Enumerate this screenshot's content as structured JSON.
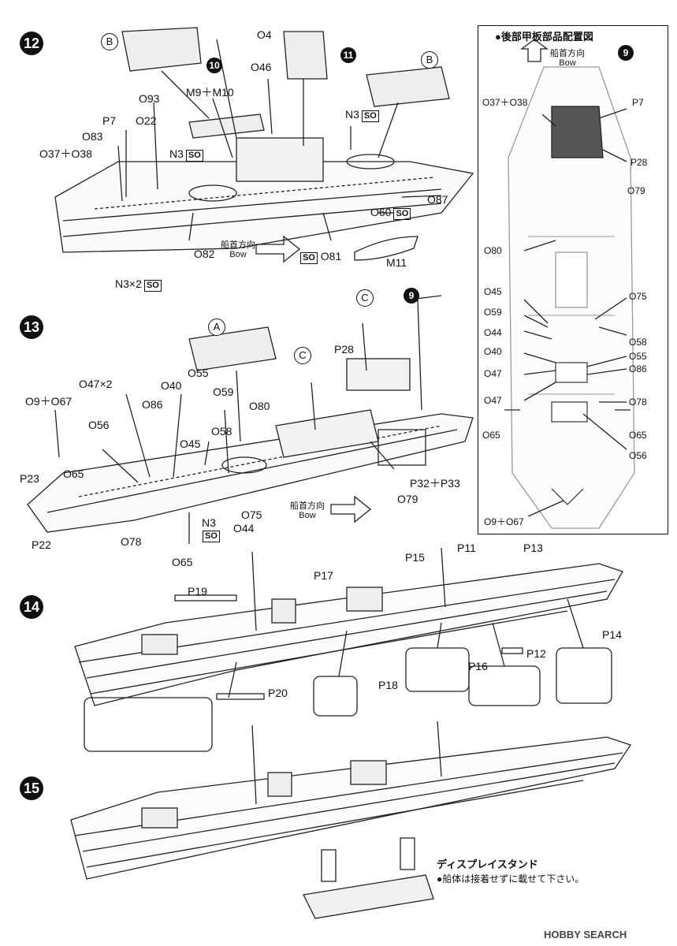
{
  "steps": {
    "s12": "12",
    "s13": "13",
    "s14": "14",
    "s15": "15"
  },
  "sub_markers": {
    "m10": "10",
    "m11": "11",
    "m9a": "9",
    "m9b": "9"
  },
  "circle_markers": {
    "b1": "B",
    "b2": "B",
    "a1": "A",
    "c1": "C",
    "c2": "C"
  },
  "so_tag": "SO",
  "step12_labels": {
    "o4": "O4",
    "o46": "O46",
    "o93": "O93",
    "m9m10": "M9＋M10",
    "o22": "O22",
    "p7": "P7",
    "o83": "O83",
    "o37o38": "O37＋O38",
    "n3a": "N3",
    "n3b": "N3",
    "o87": "O87",
    "o60": "O60",
    "o81": "O81",
    "o82": "O82",
    "m11": "M11",
    "n3x2": "N3×2",
    "bow_jp": "船首方向",
    "bow_en": "Bow"
  },
  "step13_labels": {
    "p28": "P28",
    "o47x2": "O47×2",
    "o55": "O55",
    "o40": "O40",
    "o9o67": "O9＋O67",
    "o86": "O86",
    "o59": "O59",
    "o80": "O80",
    "o56": "O56",
    "o58": "O58",
    "o45": "O45",
    "p23": "P23",
    "o65a": "O65",
    "p22": "P22",
    "o78": "O78",
    "o75": "O75",
    "o44": "O44",
    "n3": "N3",
    "o65b": "O65",
    "o79": "O79",
    "p32p33": "P32＋P33",
    "bow_jp": "船首方向",
    "bow_en": "Bow"
  },
  "step14_labels": {
    "p19": "P19",
    "p17": "P17",
    "p15": "P15",
    "p11": "P11",
    "p13": "P13",
    "p14": "P14",
    "p12": "P12",
    "p16": "P16",
    "p18": "P18",
    "p20": "P20"
  },
  "panel": {
    "title": "●後部甲板部品配置図",
    "bow_jp": "船首方向",
    "bow_en": "Bow",
    "labels": {
      "o37o38": "O37＋O38",
      "p7": "P7",
      "p28": "P28",
      "o79": "O79",
      "o80": "O80",
      "o45": "O45",
      "o75": "O75",
      "o59": "O59",
      "o44": "O44",
      "o58": "O58",
      "o40": "O40",
      "o55": "O55",
      "o47a": "O47",
      "o86": "O86",
      "o47b": "O47",
      "o78": "O78",
      "o65a": "O65",
      "o65b": "O65",
      "o56": "O56",
      "o9o67": "O9＋O67"
    }
  },
  "stand": {
    "title": "ディスプレイスタンド",
    "note": "●船体は接着せずに載せて下さい。"
  },
  "watermark": "HOBBY SEARCH"
}
